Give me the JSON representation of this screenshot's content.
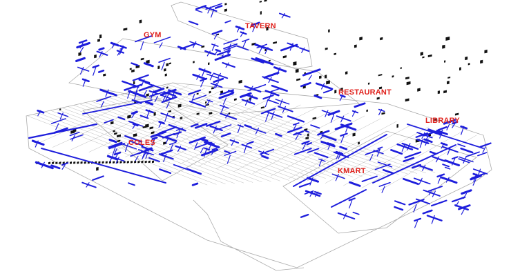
{
  "diagram": {
    "labels": {
      "tavern": "TAVERN",
      "gym": "GYM",
      "restaurant": "RESTAURANT",
      "library": "LIBRARY",
      "coles": "COLES",
      "kmart": "KMART"
    },
    "colors": {
      "label": "#e0201b",
      "ductwork": "#1e1edc",
      "equipment": "#111111",
      "structure": "#a9a9a9",
      "background": "#ffffff"
    }
  }
}
